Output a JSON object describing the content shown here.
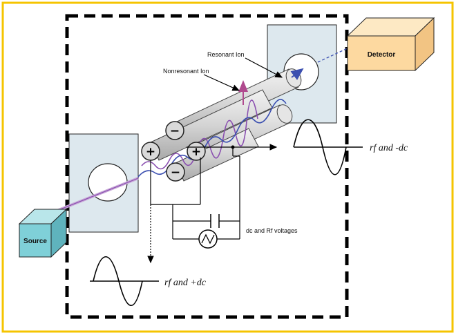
{
  "labels": {
    "resonant_ion": "Resonant Ion",
    "nonresonant_ion": "Nonresonant Ion",
    "detector": "Detector",
    "source": "Source",
    "rf_minus_dc": "rf and -dc",
    "rf_plus_dc": "rf and +dc",
    "voltages": "dc and Rf voltages"
  },
  "rod_signs": {
    "top_left": "−",
    "mid_left": "+",
    "mid_right": "+",
    "bottom_left": "−"
  },
  "colors": {
    "frame_border": "#f5c400",
    "plate_fill": "#dde8ee",
    "detector_front": "#fdd9a0",
    "detector_top": "#fde9c4",
    "detector_side": "#f2c483",
    "source_front": "#7fd0d8",
    "source_top": "#b9e6ea",
    "source_side": "#5fb3bd",
    "ion_path": "#8a4fb0",
    "ion_arrow": "#b04a8e",
    "rod_fill": "#d9d9d9"
  },
  "icons": {
    "ac_source": "sine-wave-source-icon",
    "capacitor": "capacitor-icon"
  }
}
